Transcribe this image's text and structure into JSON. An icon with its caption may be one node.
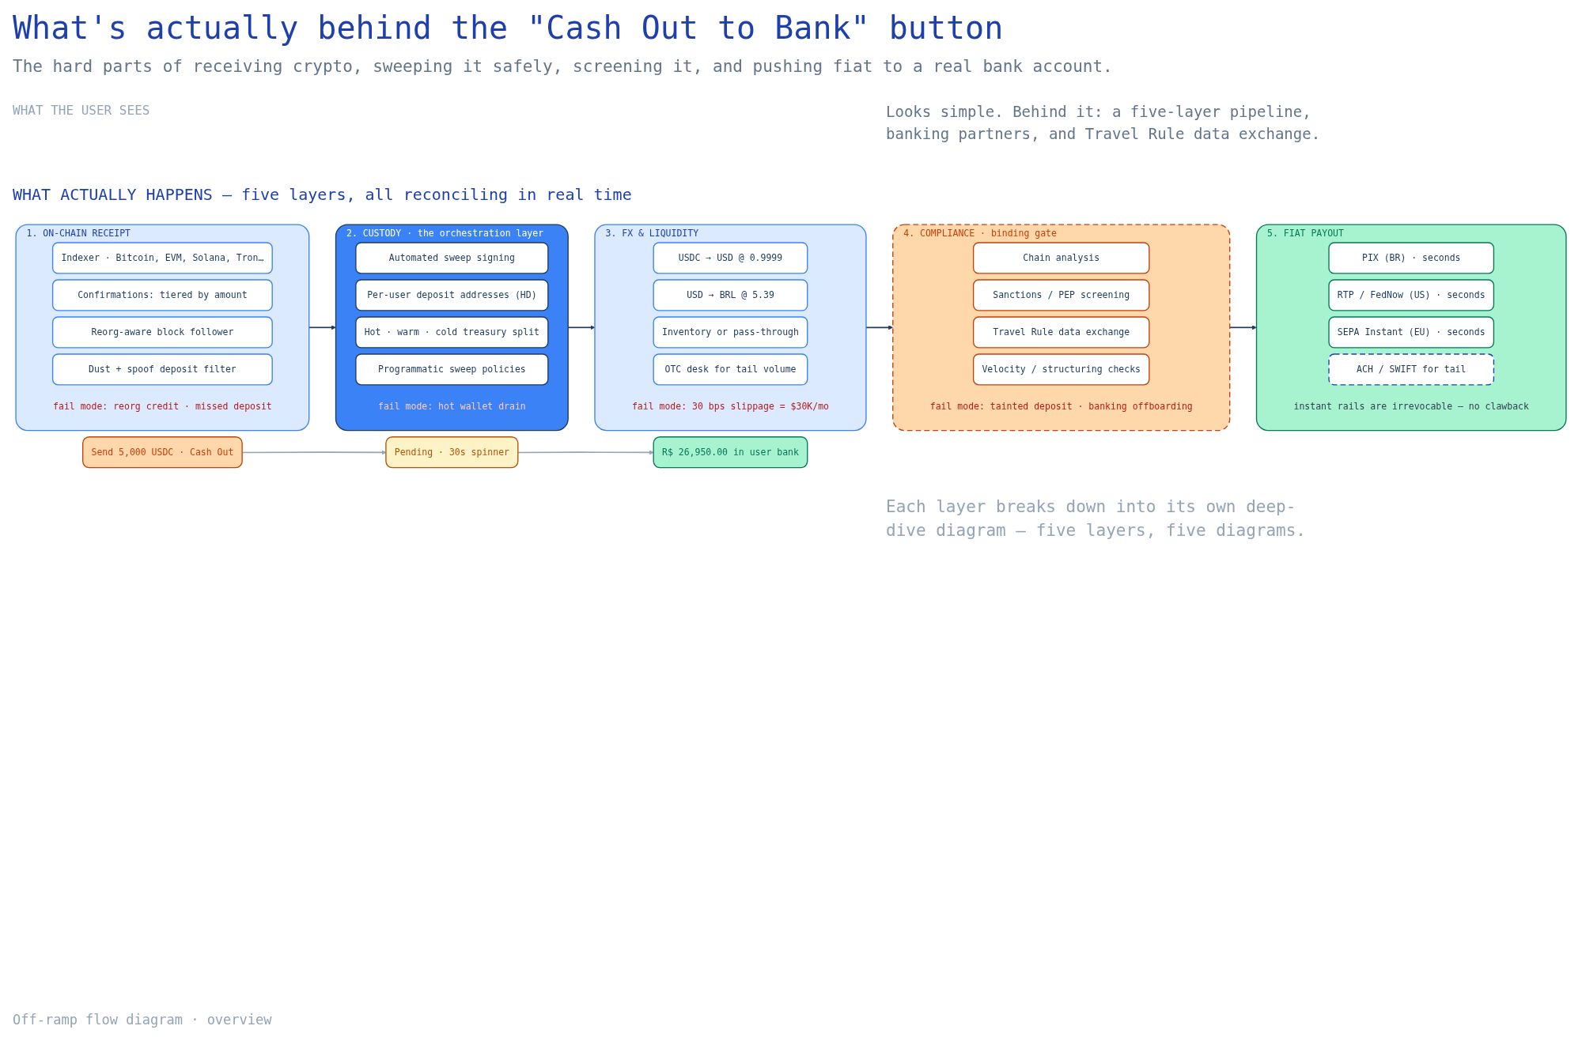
{
  "diagram": {
    "title": "What's actually behind the \"Cash Out to Bank\" button",
    "caption": "Off-ramp flow diagram · overview",
    "nodes": [
      {
        "text": [
          "Send 5,000 USDC · Cash Out"
        ]
      },
      {
        "text": [
          "Pending · 30s spinner"
        ]
      },
      {
        "text": [
          "R$ 26,950.00 in user bank"
        ]
      },
      {
        "text": [
          "1. ON-CHAIN RECEIPT",
          "fail mode: reorg credit · missed deposit"
        ]
      },
      {
        "text": [
          "Indexer · Bitcoin, EVM, Solana, Tron…"
        ],
        "in": 3
      },
      {
        "text": [
          "Confirmations: tiered by amount"
        ],
        "in": 3
      },
      {
        "text": [
          "Reorg-aware block follower"
        ],
        "in": 3
      },
      {
        "text": [
          "Dust + spoof deposit filter"
        ],
        "in": 3
      },
      {
        "text": [
          "2. CUSTODY · the orchestration layer",
          "fail mode: hot wallet drain"
        ]
      },
      {
        "text": [
          "Automated sweep signing"
        ],
        "in": 8
      },
      {
        "text": [
          "Per-user deposit addresses (HD)"
        ],
        "in": 8
      },
      {
        "text": [
          "Hot · warm · cold treasury split"
        ],
        "in": 8
      },
      {
        "text": [
          "Programmatic sweep policies"
        ],
        "in": 8
      },
      {
        "text": [
          "3. FX & LIQUIDITY",
          "fail mode: 30 bps slippage = $30K/mo"
        ]
      },
      {
        "text": [
          "USDC → USD @ 0.9999"
        ],
        "in": 13
      },
      {
        "text": [
          "USD → BRL @ 5.39"
        ],
        "in": 13
      },
      {
        "text": [
          "Inventory or pass-through"
        ],
        "in": 13
      },
      {
        "text": [
          "OTC desk for tail volume"
        ],
        "in": 13
      },
      {
        "text": [
          "4. COMPLIANCE · binding gate",
          "fail mode: tainted deposit · banking offboarding"
        ]
      },
      {
        "text": [
          "Chain analysis"
        ],
        "in": 18
      },
      {
        "text": [
          "Sanctions / PEP screening"
        ],
        "in": 18
      },
      {
        "text": [
          "Travel Rule data exchange"
        ],
        "in": 18
      },
      {
        "text": [
          "Velocity / structuring checks"
        ],
        "in": 18
      },
      {
        "text": [
          "5. FIAT PAYOUT",
          "instant rails are irrevocable — no clawback"
        ]
      },
      {
        "text": [
          "PIX (BR) · seconds"
        ],
        "in": 23
      },
      {
        "text": [
          "RTP / FedNow (US) · seconds"
        ],
        "in": 23
      },
      {
        "text": [
          "SEPA Instant (EU) · seconds"
        ],
        "in": 23
      },
      {
        "text": [
          "ACH / SWIFT for tail"
        ],
        "in": 23
      }
    ],
    "edges": [
      {
        "from": 0,
        "to": 1,
        "arrow": "to",
        "color": "#94a3b8"
      },
      {
        "from": 1,
        "to": 2,
        "arrow": "to",
        "color": "#94a3b8"
      },
      {
        "from": 3,
        "to": 8,
        "arrow": "to"
      },
      {
        "from": 8,
        "to": 13,
        "arrow": "to"
      },
      {
        "from": 13,
        "to": 18,
        "arrow": "to"
      },
      {
        "from": 18,
        "to": 23,
        "arrow": "to"
      }
    ],
    "labels": [
      "The hard parts of receiving crypto, sweeping it safely, screening it, and pushing fiat to a real bank account.",
      "WHAT THE USER SEES",
      "Looks simple. Behind it: a five-layer pipeline, banking partners, and Travel Rule data exchange.",
      "WHAT ACTUALLY HAPPENS — five layers, all reconciling in real time",
      "Each layer breaks down into its own deep-dive diagram — five layers, five diagrams."
    ]
  }
}
